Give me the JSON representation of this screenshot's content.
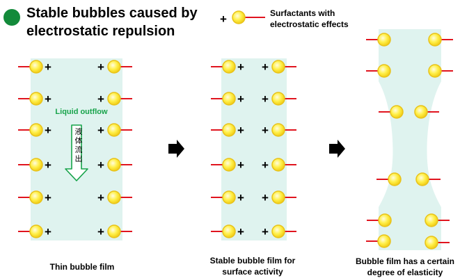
{
  "title": "Stable bubbles caused by electrostatic repulsion",
  "legend": {
    "plus_symbol": "+",
    "text": "Surfactants with electrostatic effects"
  },
  "panels": [
    {
      "caption": "Thin bubble film"
    },
    {
      "caption": "Stable bubble film for surface activity"
    },
    {
      "caption": "Bubble film has a certain degree of elasticity"
    }
  ],
  "flow": {
    "label": "Liquid outflow",
    "chinese": [
      "液",
      "体",
      "流",
      "出"
    ]
  },
  "colors": {
    "film": "#dff3ef",
    "head_fill": "#fff04a",
    "head_outline": "#e8c21a",
    "tail": "#e0141e",
    "title_dot": "#138a3a",
    "flow_green": "#17a34a",
    "arrow": "#000000"
  },
  "icons": [
    "title-bullet-icon",
    "surfactant-molecule-icon",
    "right-arrow-icon",
    "down-arrow-icon"
  ]
}
